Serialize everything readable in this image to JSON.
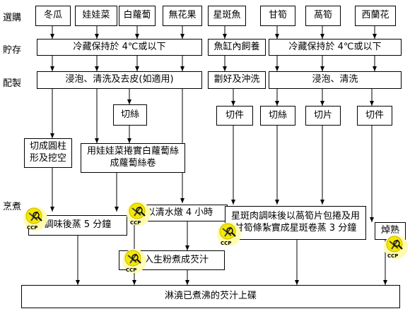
{
  "stages": {
    "purchase": "選購",
    "storage": "貯存",
    "prep": "配製",
    "cook": "烹煮"
  },
  "ingredients": {
    "winter_melon": "冬瓜",
    "baby_cabbage": "娃娃菜",
    "white_radish": "白蘿蔔",
    "fig": "無花果",
    "grouper": "星斑魚",
    "bamboo": "甘筍",
    "lettuce_stem": "萵筍",
    "broccoli": "西蘭花"
  },
  "steps": {
    "cold_storage_a": "冷藏保持於 4℃或以下",
    "fish_tank": "魚缸內飼養",
    "cold_storage_b": "冷藏保持於 4℃或以下",
    "soak_wash_peel": "浸泡、清洗及去皮(如適用)",
    "slaughter_wash": "劏好及沖洗",
    "soak_wash": "浸泡、清洗",
    "shred": "切絲",
    "cut_a": "切件",
    "shred_b": "切絲",
    "slice": "切片",
    "cut_b": "切件",
    "cut_hollow": "切成圓柱形及挖空",
    "roll_radish": "用娃娃菜捲實白蘿蔔絲成蘿蔔絲卷",
    "season_steam": "調味後蒸 5 分鐘",
    "stew_4h": "以清水燉 4 小時",
    "fish_roll": "星斑肉調味後以萵筍片包捲及用甘筍條紮實成星斑卷蒸 3 分鐘",
    "blanch": "焯熟",
    "thicken": "拌入生粉煮成芡汁",
    "final": "淋澆已煮沸的芡汁上碟"
  },
  "ccp_label": "CCP",
  "colors": {
    "line": "#000000",
    "ccp_yellow": "#f5e800",
    "ccp_glow": "#fffbb0"
  }
}
